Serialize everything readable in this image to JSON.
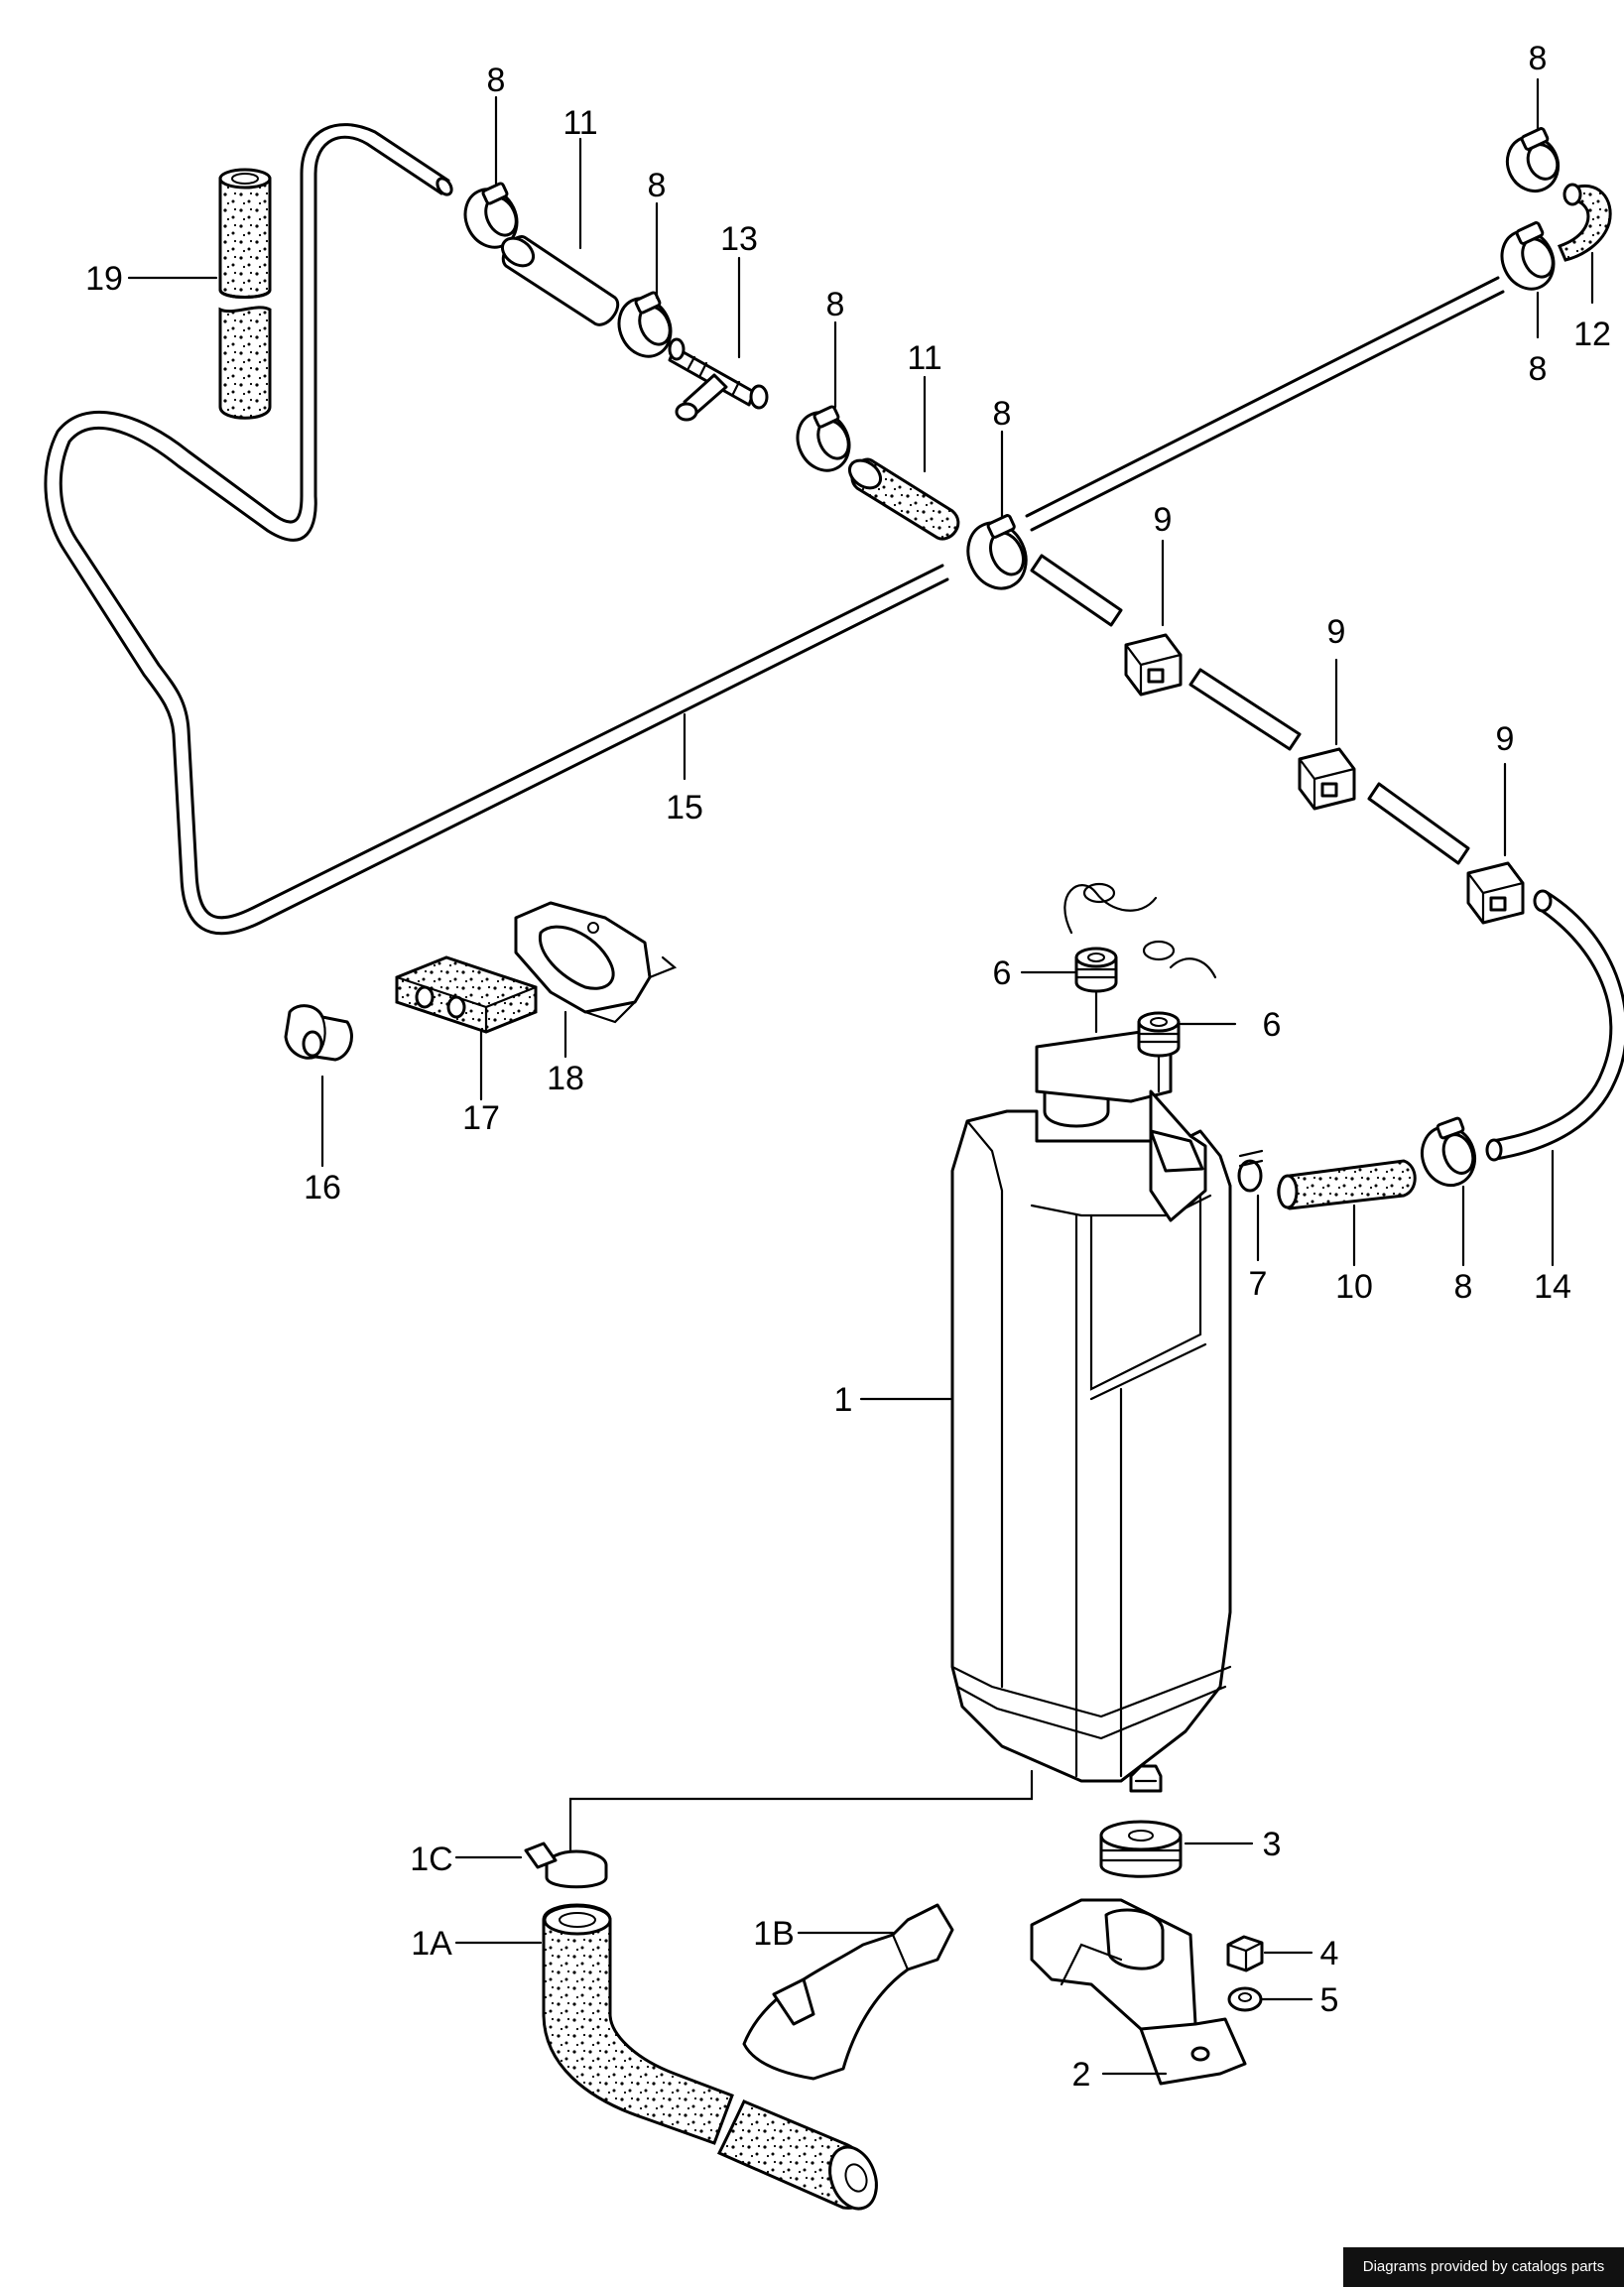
{
  "labels": {
    "l1": "1",
    "l1a": "1A",
    "l1b": "1B",
    "l1c": "1C",
    "l2": "2",
    "l3": "3",
    "l4": "4",
    "l5": "5",
    "l6": "6",
    "l7": "7",
    "l8": "8",
    "l9": "9",
    "l10": "10",
    "l11": "11",
    "l12": "12",
    "l13": "13",
    "l14": "14",
    "l15": "15",
    "l16": "16",
    "l17": "17",
    "l18": "18",
    "l19": "19"
  },
  "credit": "Diagrams provided by catalogs parts"
}
